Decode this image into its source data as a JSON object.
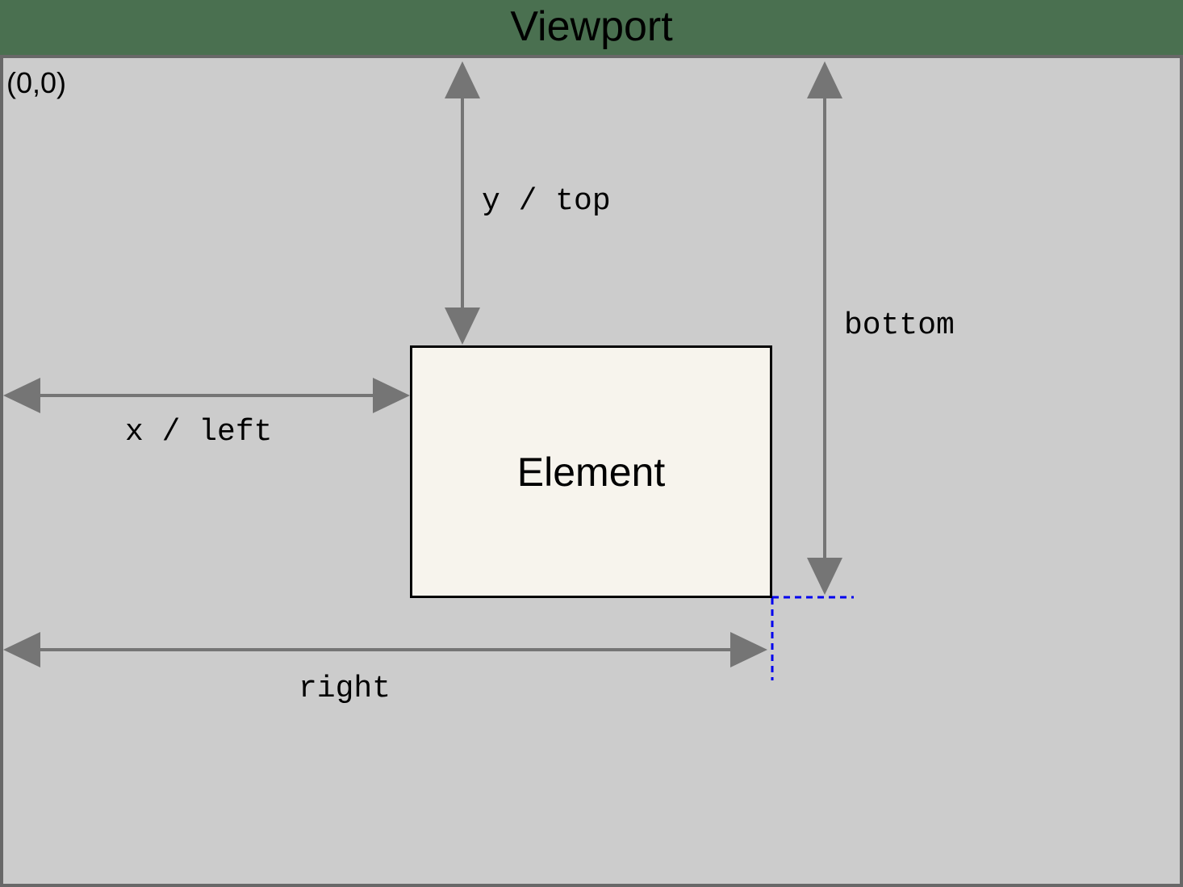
{
  "title": "Viewport",
  "origin_label": "(0,0)",
  "element": {
    "label": "Element"
  },
  "annotations": {
    "y_top": "y / top",
    "bottom": "bottom",
    "x_left": "x / left",
    "right": "right"
  },
  "icons": {
    "y_top_arrow": "double-headed-vertical-arrow",
    "bottom_arrow": "double-headed-vertical-arrow",
    "x_left_arrow": "double-headed-horizontal-arrow",
    "right_arrow": "double-headed-horizontal-arrow",
    "corner_guide": "blue-dashed-corner-guide"
  },
  "colors": {
    "header_green": "#4a7050",
    "viewport_gray": "#cccccc",
    "frame_border_gray": "#686868",
    "arrow_gray": "#757575",
    "element_fill": "#f7f4ed",
    "element_border": "#000000",
    "guide_blue": "#0000ee",
    "text_black": "#000000"
  }
}
